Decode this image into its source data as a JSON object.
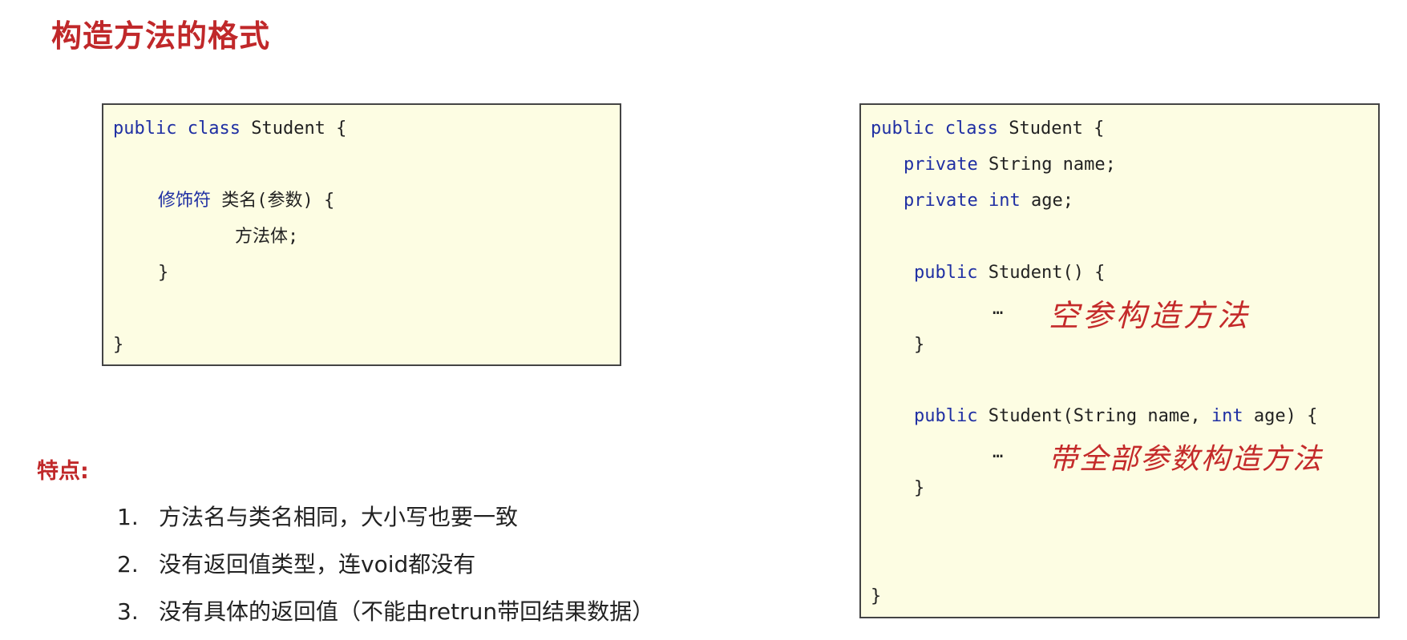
{
  "slide": {
    "title": "构造方法的格式"
  },
  "left_code": {
    "line1": {
      "kw1": "public",
      "kw2": "class",
      "rest": " Student {"
    },
    "line2": {
      "modifier": "修饰符",
      "rest": " 类名(参数) {"
    },
    "line3": "方法体;",
    "line4": "}",
    "line5": "}"
  },
  "right_code": {
    "line1": {
      "kw1": "public",
      "kw2": "class",
      "rest": " Student {"
    },
    "line2": {
      "kw": "private",
      "rest": " String name;"
    },
    "line3": {
      "kw1": "private",
      "kw2": "int",
      "rest": " age;"
    },
    "line4": {
      "kw": "public",
      "rest": " Student() {"
    },
    "line5": "…",
    "line6": "}",
    "line7": {
      "kw1": "public",
      "mid": " Student(String name, ",
      "kw2": "int",
      "rest": " age) {"
    },
    "line8": "…",
    "line9": "}",
    "line10": "}"
  },
  "annotations": {
    "empty_constructor": "空参构造方法",
    "full_constructor": "带全部参数构造方法"
  },
  "features": {
    "title": "特点:",
    "items": [
      {
        "num": "1.",
        "text": "方法名与类名相同，大小写也要一致"
      },
      {
        "num": "2.",
        "text": "没有返回值类型，连void都没有"
      },
      {
        "num": "3.",
        "text": "没有具体的返回值（不能由retrun带回结果数据）"
      }
    ]
  },
  "colors": {
    "title_red": "#c0282a",
    "keyword_blue": "#1f2fa3",
    "code_background": "#fdfde3",
    "annotation_red": "#c42a2a"
  }
}
